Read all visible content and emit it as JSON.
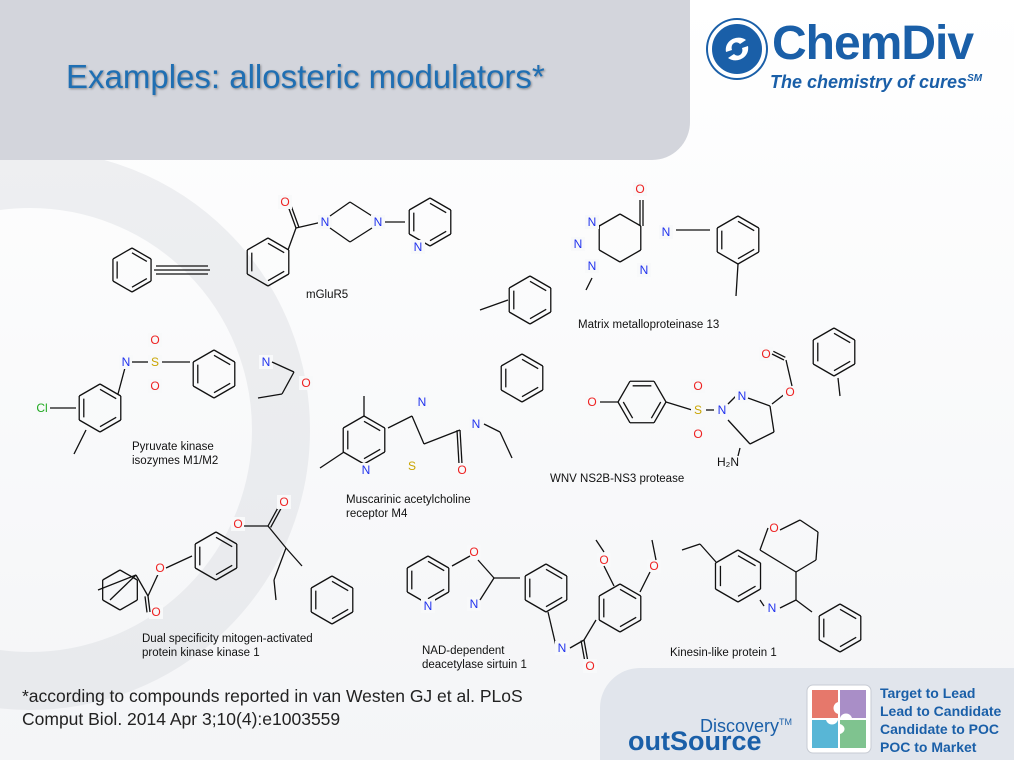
{
  "title": "Examples: allosteric modulators*",
  "logo": {
    "name": "ChemDiv",
    "tagline": "The chemistry of cures",
    "tagline_mark": "SM"
  },
  "structures": [
    {
      "label": "mGluR5"
    },
    {
      "label": "Matrix metalloproteinase 13"
    },
    {
      "label_lines": [
        "Pyruvate kinase",
        "isozymes M1/M2"
      ]
    },
    {
      "label_lines": [
        "Muscarinic acetylcholine",
        "receptor M4"
      ]
    },
    {
      "label": "WNV NS2B-NS3 protease"
    },
    {
      "label_lines": [
        "Dual specificity mitogen-activated",
        "protein kinase kinase 1"
      ]
    },
    {
      "label_lines": [
        "NAD-dependent",
        "deacetylase sirtuin 1"
      ]
    },
    {
      "label": "Kinesin-like protein 1"
    }
  ],
  "atoms": {
    "N": "N",
    "O": "O",
    "S": "S",
    "Cl": "Cl",
    "H2N": "H₂N"
  },
  "atom_colors": {
    "N": "#2233ee",
    "O": "#ee2222",
    "S": "#c9a400",
    "Cl": "#22aa22"
  },
  "footnote": {
    "line1": "*according to compounds reported in van Westen GJ et al. PLoS",
    "line2": "Comput Biol. 2014 Apr 3;10(4):e1003559"
  },
  "footer": {
    "brand_top": "Discovery",
    "brand_top_mark": "TM",
    "brand_bottom": "outSource",
    "services": [
      "Target to Lead",
      "Lead to Candidate",
      "Candidate to POC",
      "POC to Market"
    ]
  }
}
